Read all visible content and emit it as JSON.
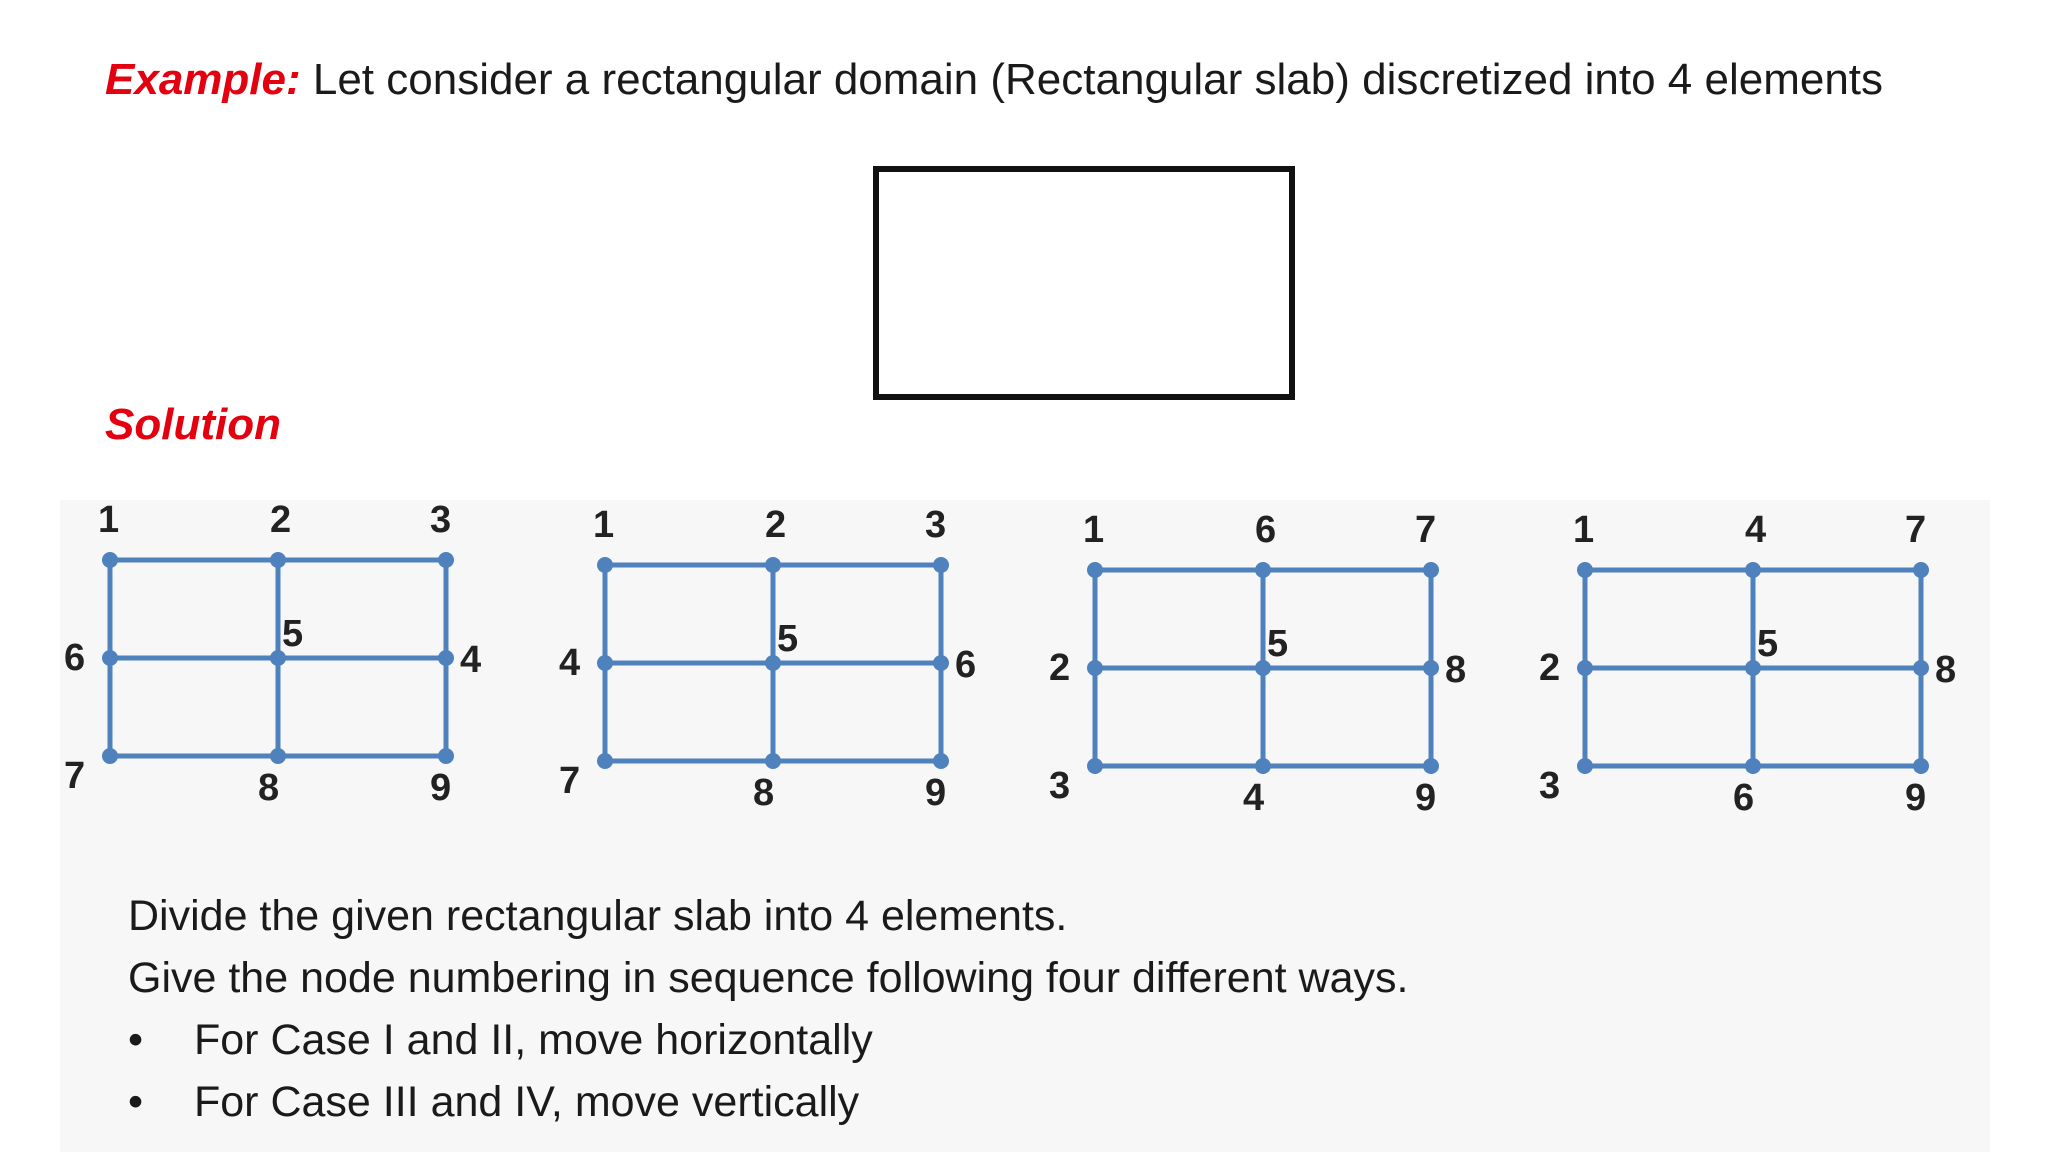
{
  "header": {
    "label": "Example:",
    "text": " Let consider a rectangular domain (Rectangular slab) discretized into 4 elements"
  },
  "solution_label": "Solution",
  "colors": {
    "accent_red": "#e3000f",
    "mesh_blue": "#4f81bd"
  },
  "meshes": [
    {
      "name": "case-1",
      "labels": [
        "1",
        "2",
        "3",
        "6",
        "5",
        "4",
        "7",
        "8",
        "9"
      ]
    },
    {
      "name": "case-2",
      "labels": [
        "1",
        "2",
        "3",
        "4",
        "5",
        "6",
        "7",
        "8",
        "9"
      ]
    },
    {
      "name": "case-3",
      "labels": [
        "1",
        "6",
        "7",
        "2",
        "5",
        "8",
        "3",
        "4",
        "9"
      ]
    },
    {
      "name": "case-4",
      "labels": [
        "1",
        "4",
        "7",
        "2",
        "5",
        "8",
        "3",
        "6",
        "9"
      ]
    }
  ],
  "body": {
    "line1": "Divide the given rectangular slab into 4 elements.",
    "line2": "Give the node numbering in sequence following four different ways.",
    "bullets": [
      "For Case I and II, move horizontally",
      "For Case III and IV, move vertically"
    ]
  }
}
